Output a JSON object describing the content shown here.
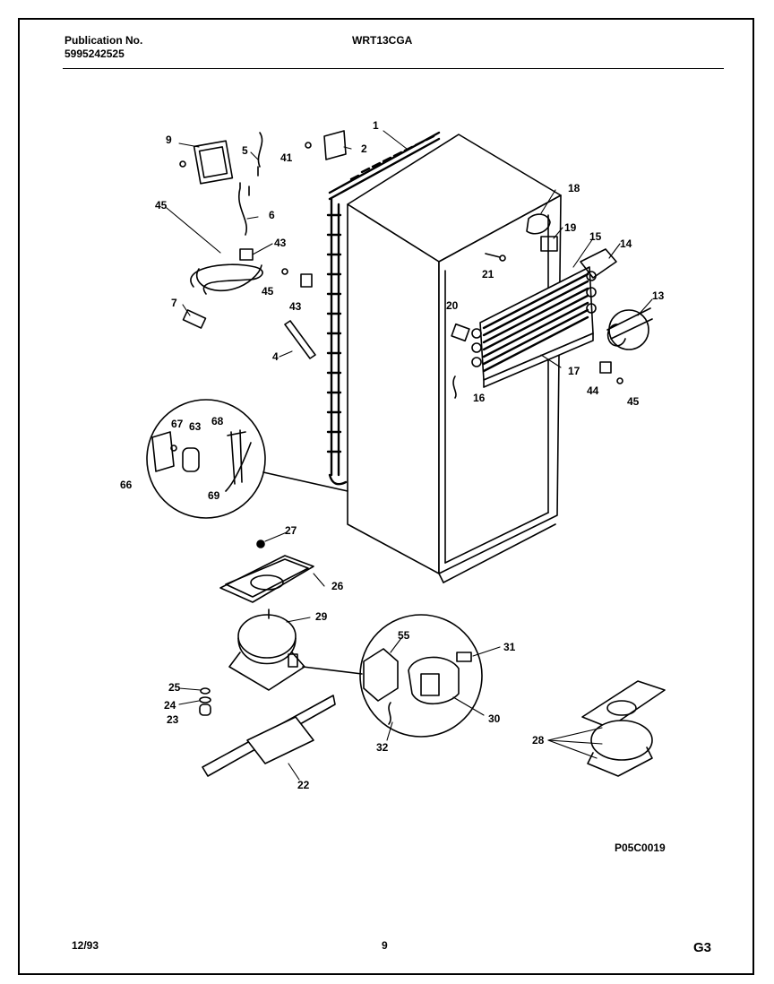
{
  "header": {
    "publication_label": "Publication No.",
    "publication_number": "5995242525",
    "model": "WRT13CGA"
  },
  "footer": {
    "date": "12/93",
    "page": "9",
    "section": "G3",
    "diagram_code": "P05C0019"
  },
  "callouts": {
    "c1": "1",
    "c2": "2",
    "c4": "4",
    "c5": "5",
    "c6": "6",
    "c7": "7",
    "c9": "9",
    "c13": "13",
    "c14": "14",
    "c15": "15",
    "c16": "16",
    "c17": "17",
    "c18": "18",
    "c19": "19",
    "c20": "20",
    "c21": "21",
    "c22": "22",
    "c23": "23",
    "c24": "24",
    "c25": "25",
    "c26": "26",
    "c27": "27",
    "c28": "28",
    "c29": "29",
    "c30": "30",
    "c31": "31",
    "c32": "32",
    "c41": "41",
    "c43a": "43",
    "c43b": "43",
    "c44": "44",
    "c45a": "45",
    "c45b": "45",
    "c45c": "45",
    "c55": "55",
    "c63": "63",
    "c66": "66",
    "c67": "67",
    "c68": "68",
    "c69": "69"
  }
}
